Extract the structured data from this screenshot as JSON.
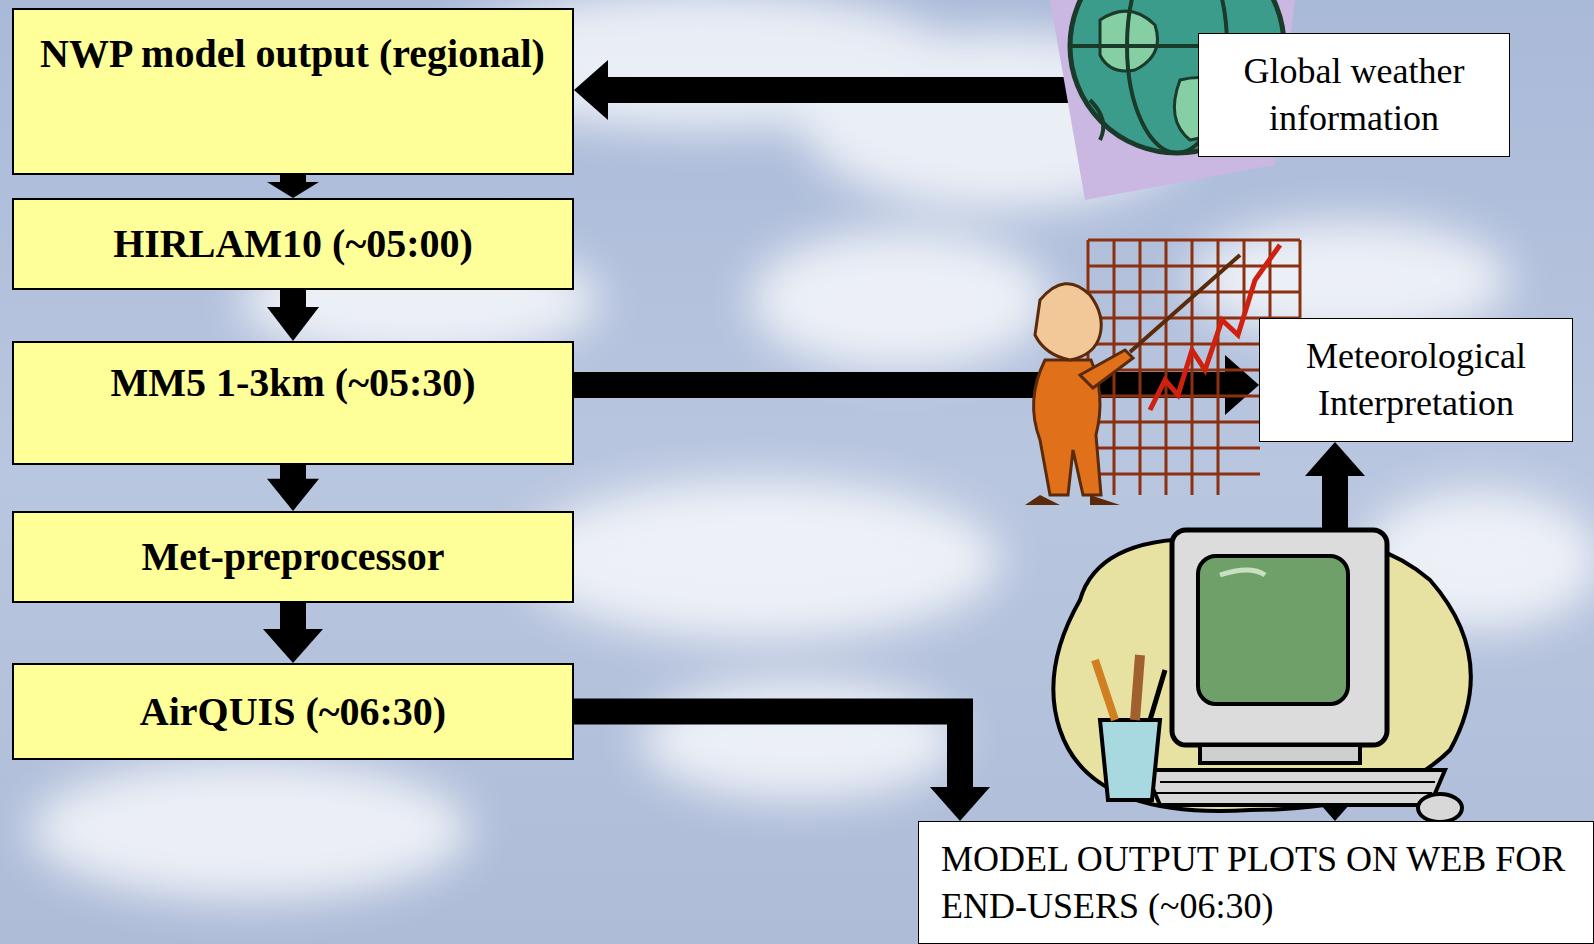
{
  "diagram": {
    "nodes": [
      {
        "text": [
          "NWP model output (regional)"
        ]
      },
      {
        "text": [
          "HIRLAM10 (~05:00)"
        ]
      },
      {
        "text": [
          "MM5 1-3km (~05:30)"
        ]
      },
      {
        "text": [
          "Met-preprocessor"
        ]
      },
      {
        "text": [
          "AirQUIS (~06:30)"
        ]
      },
      {
        "text": [
          "Global weather information"
        ]
      },
      {
        "text": [
          "Meteorological Interpretation"
        ]
      },
      {
        "text": [
          "MODEL OUTPUT PLOTS ON WEB FOR END-USERS (~06:30)"
        ]
      }
    ],
    "edges": [
      {
        "from": 0,
        "to": 1,
        "arrow": "to"
      },
      {
        "from": 1,
        "to": 2,
        "arrow": "to"
      },
      {
        "from": 2,
        "to": 3,
        "arrow": "to"
      },
      {
        "from": 3,
        "to": 4,
        "arrow": "to"
      },
      {
        "from": 5,
        "to": 0,
        "arrow": "to"
      },
      {
        "from": 2,
        "to": 6,
        "arrow": "to"
      },
      {
        "from": 4,
        "to": 7,
        "arrow": "to"
      },
      {
        "from": 6,
        "to": 7,
        "arrow": "both"
      }
    ]
  }
}
